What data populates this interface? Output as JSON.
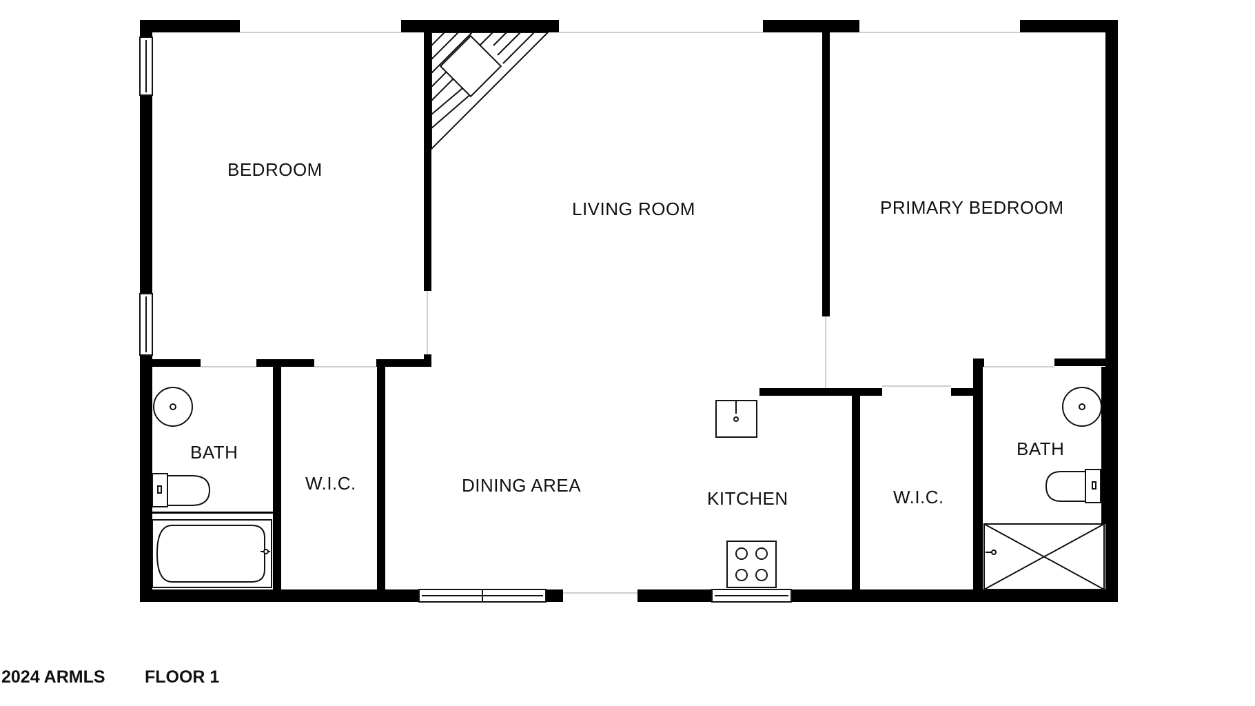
{
  "colors": {
    "wall": "#000000",
    "background": "#ffffff",
    "window_frame": "#9a9a9a",
    "fixture_line": "#111111"
  },
  "rooms": {
    "bedroom": "BEDROOM",
    "living_room": "LIVING ROOM",
    "primary_bedroom": "PRIMARY BEDROOM",
    "bath_left": "BATH",
    "wic_left": "W.I.C.",
    "dining_area": "DINING AREA",
    "kitchen": "KITCHEN",
    "wic_right": "W.I.C.",
    "bath_right": "BATH"
  },
  "footer": {
    "copyright": "2024 ARMLS",
    "floor": "FLOOR 1"
  },
  "icons": {
    "stairs": "stairs-icon",
    "sink": "sink-icon",
    "toilet": "toilet-icon",
    "bathtub": "bathtub-icon",
    "stove": "stove-icon",
    "shower": "shower-icon",
    "window": "window-icon"
  }
}
